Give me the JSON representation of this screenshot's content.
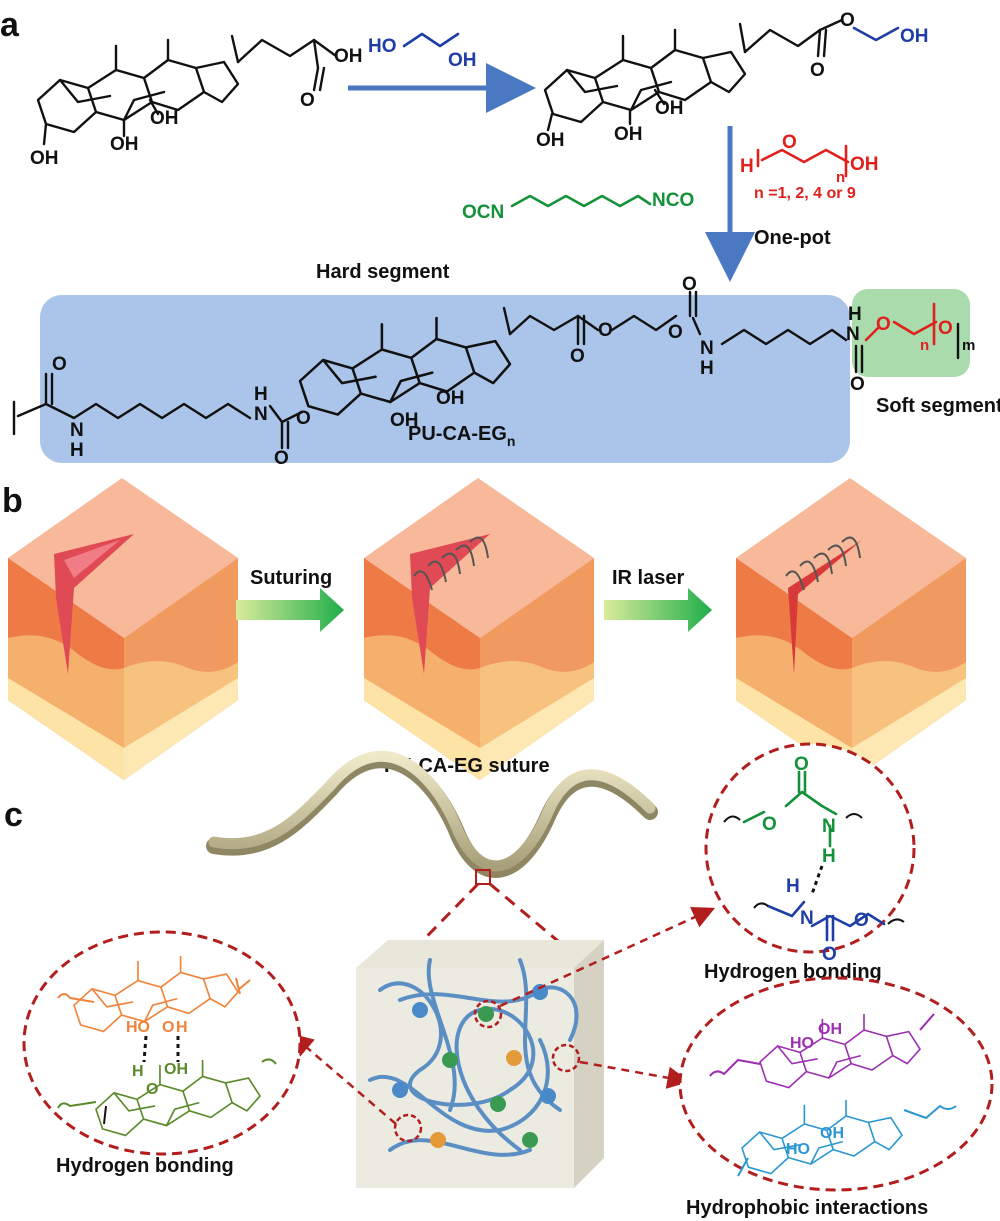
{
  "panels": {
    "a": "a",
    "b": "b",
    "c": "c"
  },
  "a": {
    "oh_top_acid": "OH",
    "oh_c7": "OH",
    "oh_c12": "OH",
    "oh_c3": "OH",
    "reagent_ho": "HO",
    "reagent_oh": "OH",
    "ester_oh": "OH",
    "peg_h": "H",
    "peg_o": "O",
    "peg_n": "n",
    "peg_oh": "OH",
    "n_values": "n =1, 2, 4 or 9",
    "ocn_left": "OCN",
    "nco_right": "NCO",
    "one_pot": "One-pot",
    "hard_segment": "Hard segment",
    "soft_segment": "Soft segment",
    "polymer_name": "PU-CA-EG",
    "polymer_sub": "n",
    "m_sub": "m",
    "o_atom": "O",
    "n_atom": "N",
    "h_atom": "H"
  },
  "b": {
    "step1": "Suturing",
    "step2": "IR laser"
  },
  "c": {
    "suture_label": "PU-CA-EG suture",
    "hbond_right": "Hydrogen bonding",
    "hbond_left": "Hydrogen bonding",
    "hydrophobic": "Hydrophobic interactions"
  },
  "colors": {
    "hard_segment_bg": "#aac4ea",
    "soft_segment_bg": "#a9dbad",
    "reagent_blue": "#1f3fa6",
    "peg_red": "#e0201b",
    "diisocyanate_green": "#15913a",
    "arrow_blue": "#4a78c2",
    "skin_top": "#f7b99a",
    "skin_mid": "#ee7a45",
    "skin_base": "#fde3a6",
    "wound_red": "#e04a54",
    "circle_red": "#b21e1e",
    "suture_tan": "#d8d0a8",
    "orange_steroid": "#f0833a",
    "olive_steroid": "#5a8a2a",
    "purple_steroid": "#9b2fb0",
    "cyan_steroid": "#2a97d2"
  }
}
